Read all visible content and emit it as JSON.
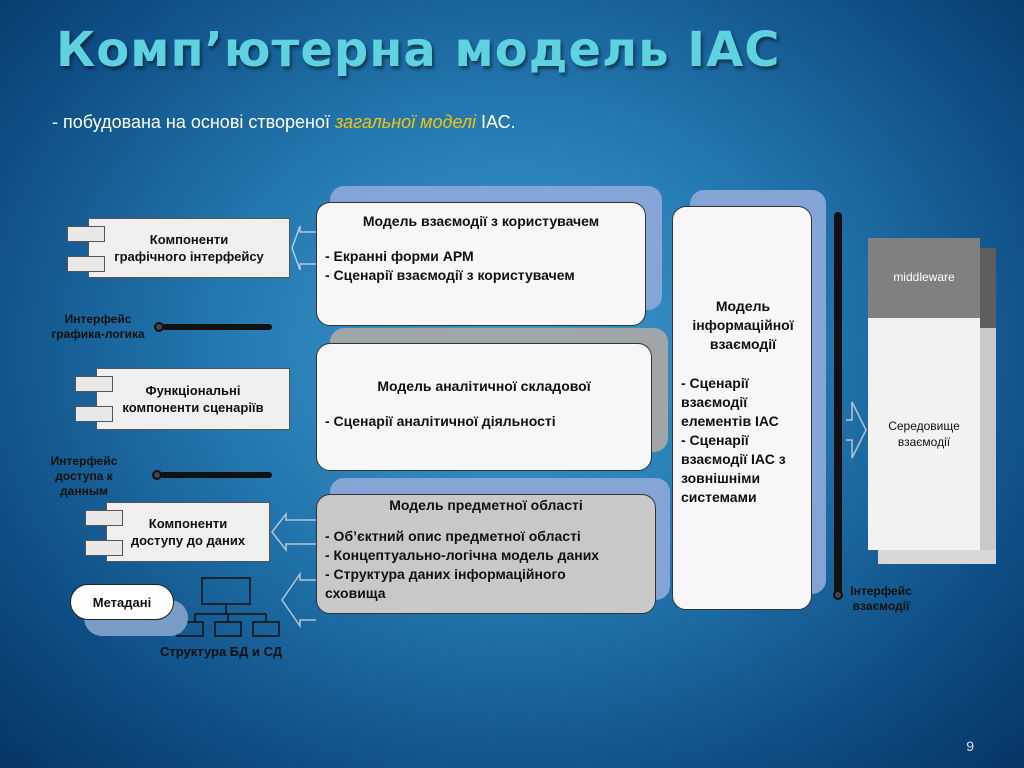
{
  "slide": {
    "title": "Комп’ютерна модель ІАС",
    "subtitle_prefix": "- побудована на основі створеної ",
    "subtitle_highlight": "загальної моделі",
    "subtitle_suffix": " ІАС.",
    "page_number": "9"
  },
  "components": {
    "gui": {
      "line1": "Компоненти",
      "line2": "графічного інтерфейсу"
    },
    "functional": {
      "line1": "Функціональні",
      "line2": "компоненти сценаріїв"
    },
    "data_access": {
      "line1": "Компоненти",
      "line2": "доступу до даних"
    }
  },
  "interfaces": {
    "graphics_logic": {
      "line1": "Интерфейс",
      "line2": "графика-логика"
    },
    "data_access": {
      "line1": "Интерфейс",
      "line2": "доступа к",
      "line3": "данным"
    },
    "interaction": {
      "line1": "Інтерфейс",
      "line2": "взаємодії"
    }
  },
  "models": {
    "user_interaction": {
      "header": "Модель взаємодії з користувачем",
      "items": [
        "- Екранні форми АРМ",
        "- Сценарії взаємодії з користувачем"
      ]
    },
    "analytical": {
      "header": "Модель аналітичної складової",
      "items": [
        "- Сценарії аналітичної діяльності"
      ]
    },
    "subject_area": {
      "header": "Модель предметної області",
      "items": [
        "- Об’єктний опис  предметної області",
        "- Концептуально-логічна модель даних",
        "- Структура даних інформаційного",
        "сховища"
      ]
    },
    "info_interaction": {
      "header_lines": [
        "Модель",
        "інформаційної",
        "взаємодії"
      ],
      "items": [
        "- Сценарії",
        "взаємодії",
        "елементів ІАС",
        "- Сценарії",
        "взаємодії ІАС з",
        "зовнішніми",
        "системами"
      ]
    }
  },
  "environment": {
    "middleware": "middleware",
    "env_line1": "Середовище",
    "env_line2": "взаємодії"
  },
  "metadata": {
    "label": "Метадані"
  },
  "structure": {
    "label": "Структура БД и СД"
  },
  "colors": {
    "title": "#5fd2e0",
    "highlight": "#f1c40f",
    "card_shadow": "#8aa6d8"
  }
}
